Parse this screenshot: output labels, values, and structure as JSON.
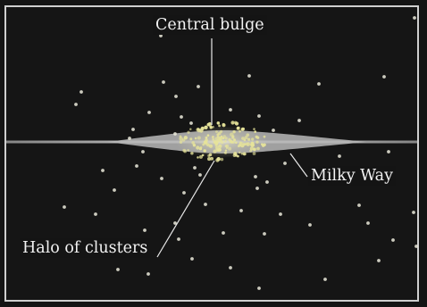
{
  "labels": {
    "central_bulge": "Central bulge",
    "milky_way": "Milky Way",
    "halo": "Halo of clusters"
  },
  "colors": {
    "background": "#141414",
    "frame": "#cfcfcf",
    "disk": "#b8b8b8",
    "bulge_cluster": "#e6e39a",
    "halo_cluster": "#ecebdc",
    "text": "#f2f2f2"
  }
}
